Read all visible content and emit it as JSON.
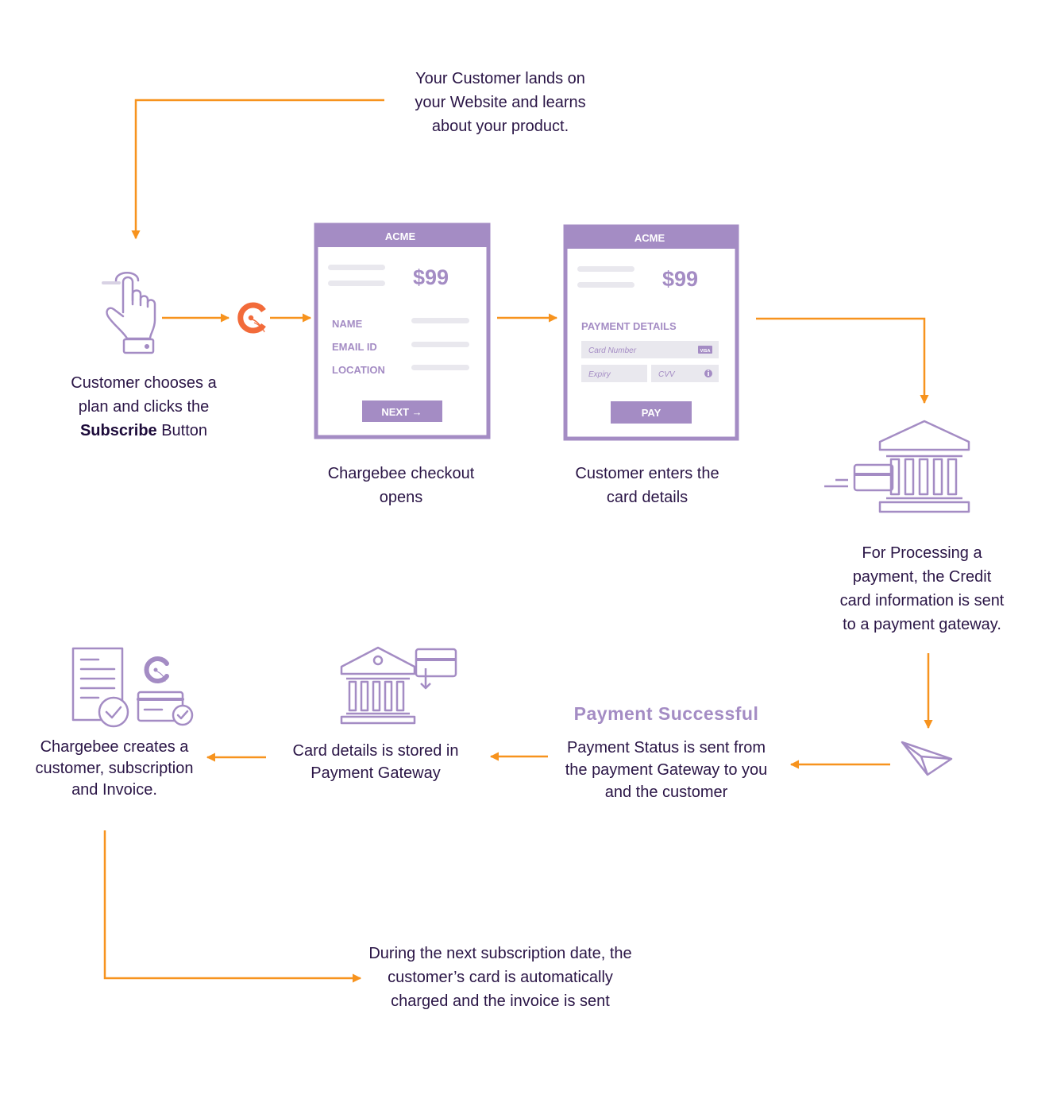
{
  "colors": {
    "arrow": "#f7931e",
    "purple": "#a48cc4",
    "text": "#2a1546",
    "light_grey": "#e9e8ee",
    "brand_orange": "#f26b3a"
  },
  "steps": {
    "landing": {
      "lines": [
        "Your Customer lands on",
        "your Website and learns",
        "about your product."
      ]
    },
    "subscribe": {
      "line1": "Customer chooses a",
      "line2": "plan and clicks the",
      "bold": "Subscribe",
      "button_word": " Button"
    },
    "checkout": {
      "lines": [
        "Chargebee checkout",
        "opens"
      ]
    },
    "card_entry": {
      "lines": [
        "Customer enters the",
        "card details"
      ]
    },
    "processing": {
      "lines": [
        "For Processing a",
        "payment, the Credit",
        "card information is sent",
        "to a payment gateway."
      ]
    },
    "payment_status": {
      "heading": "Payment Successful",
      "lines": [
        "Payment Status  is sent from",
        "the payment Gateway to  you",
        "and the customer"
      ]
    },
    "stored": {
      "lines": [
        "Card details is stored in",
        "Payment Gateway"
      ]
    },
    "created": {
      "lines": [
        "Chargebee creates a",
        "customer, subscription",
        "and Invoice."
      ]
    },
    "renewal": {
      "lines": [
        "During the next subscription date, the",
        "customer’s card is automatically",
        "charged and the invoice is sent"
      ]
    }
  },
  "checkout_form": {
    "brand": "ACME",
    "price": "$99",
    "fields": [
      "NAME",
      "EMAIL ID",
      "LOCATION"
    ],
    "next_button": "NEXT →"
  },
  "payment_form": {
    "brand": "ACME",
    "price": "$99",
    "section": "PAYMENT DETAILS",
    "card_placeholder": "Card Number",
    "card_brand": "VISA",
    "expiry_placeholder": "Expiry",
    "cvv_placeholder": "CVV",
    "pay_button": "PAY"
  },
  "icons": [
    "tap-hand-icon",
    "chargebee-logo-icon",
    "bank-icon",
    "credit-card-icon",
    "paper-plane-icon",
    "invoice-icon",
    "card-check-icon"
  ]
}
